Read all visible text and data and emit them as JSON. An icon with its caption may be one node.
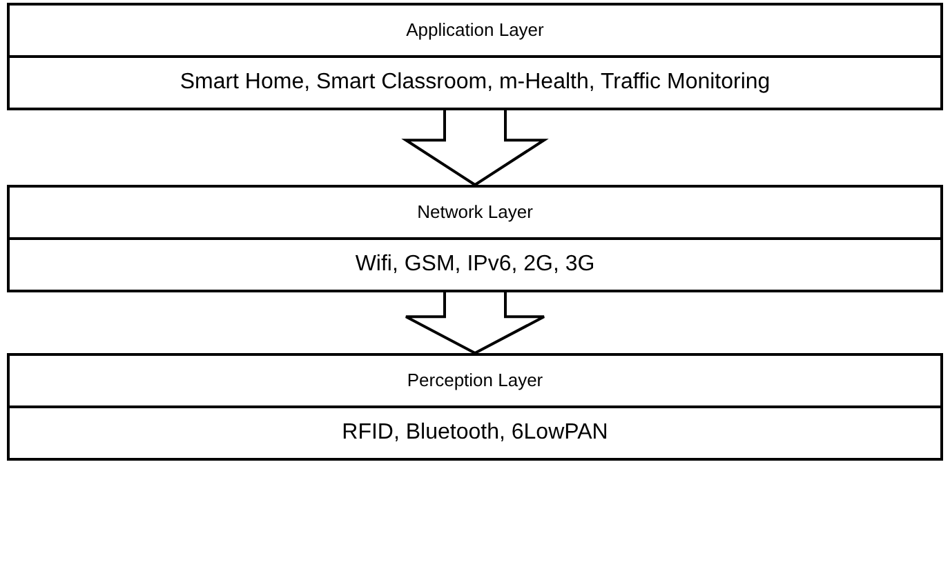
{
  "diagram": {
    "nodes": [
      {
        "text": [
          "Application Layer",
          "Smart Home, Smart Classroom, m-Health, Traffic Monitoring"
        ]
      },
      {
        "text": [
          "Network Layer",
          "Wifi, GSM, IPv6, 2G, 3G"
        ]
      },
      {
        "text": [
          "Perception Layer",
          "RFID, Bluetooth, 6LowPAN"
        ]
      }
    ],
    "edges": [
      {
        "from": 0,
        "to": 1,
        "arrow": "to"
      },
      {
        "from": 1,
        "to": 2,
        "arrow": "to"
      }
    ]
  }
}
